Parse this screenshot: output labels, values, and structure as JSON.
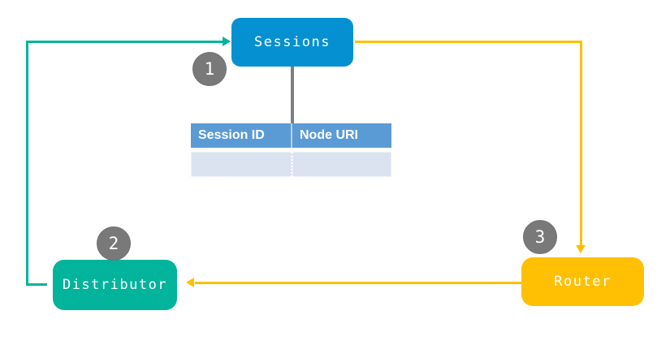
{
  "nodes": {
    "sessions": {
      "label": "Sessions",
      "color": "#0590d2"
    },
    "distributor": {
      "label": "Distributor",
      "color": "#01b49b"
    },
    "router": {
      "label": "Router",
      "color": "#ffc003"
    }
  },
  "steps": {
    "one": "1",
    "two": "2",
    "three": "3"
  },
  "table": {
    "headers": [
      "Session ID",
      "Node URI"
    ],
    "rows": [
      [
        "",
        ""
      ]
    ],
    "header_color": "#5b9bd5",
    "row_color": "#dbe3f1"
  },
  "connectors": {
    "distributor_to_sessions_color": "#00b49b",
    "sessions_to_router_color": "#ffc003",
    "router_to_distributor_color": "#ffc003",
    "sessions_to_table_color": "#7f7f7f"
  },
  "step_circle_color": "#797979"
}
